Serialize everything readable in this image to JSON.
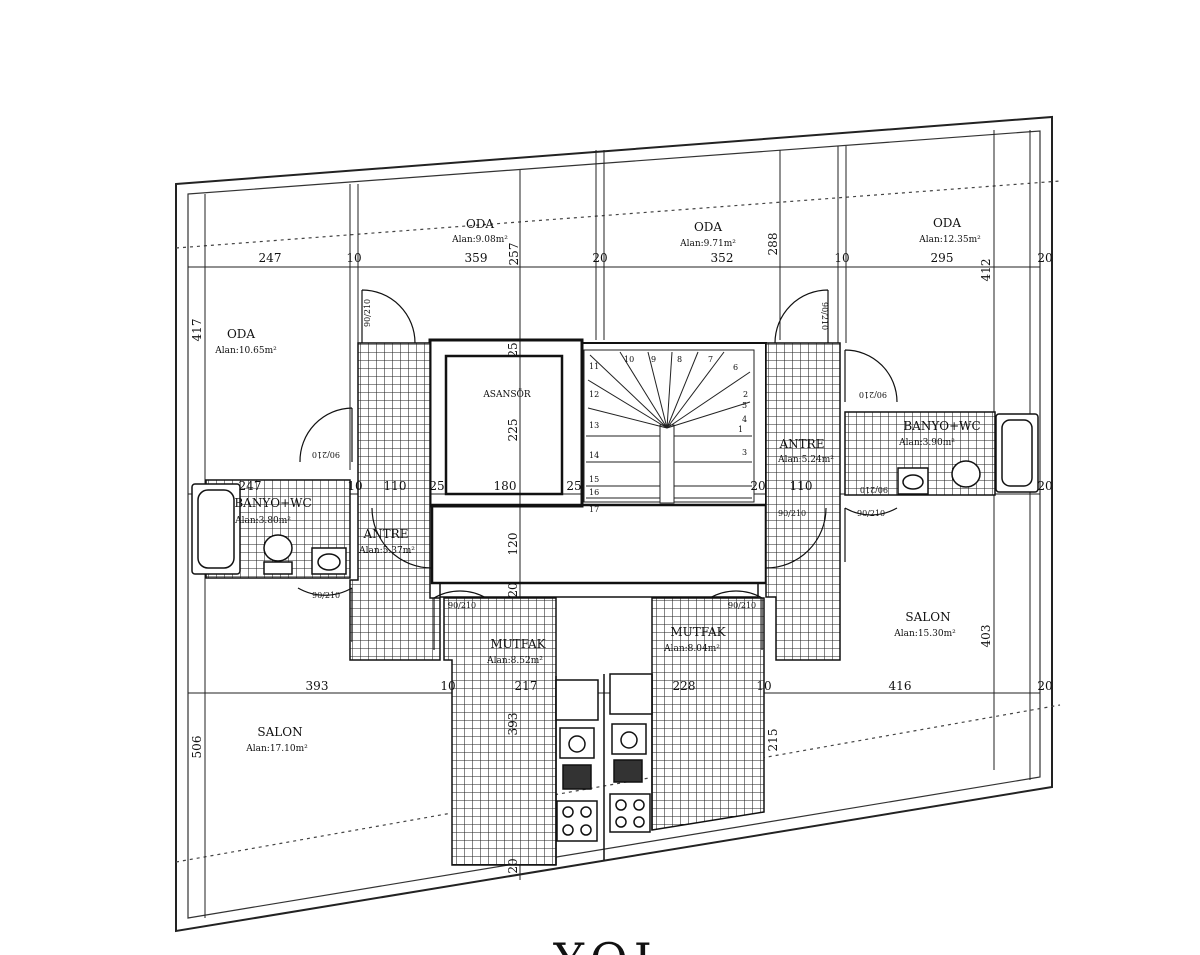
{
  "road_label": "YOL",
  "rooms": [
    {
      "id": "oda-1",
      "name": "ODA",
      "area": "Alan:9.08m²"
    },
    {
      "id": "oda-2",
      "name": "ODA",
      "area": "Alan:9.71m²"
    },
    {
      "id": "oda-3",
      "name": "ODA",
      "area": "Alan:12.35m²"
    },
    {
      "id": "oda-4",
      "name": "ODA",
      "area": "Alan:10.65m²"
    },
    {
      "id": "asansor",
      "name": "ASANSÖR",
      "area": ""
    },
    {
      "id": "banyo-left",
      "name": "BANYO+WC",
      "area": "Alan:3.80m²"
    },
    {
      "id": "antre-left",
      "name": "ANTRE",
      "area": "Alan:5.37m²"
    },
    {
      "id": "antre-right",
      "name": "ANTRE",
      "area": "Alan:5.24m²"
    },
    {
      "id": "banyo-right",
      "name": "BANYO+WC",
      "area": "Alan:3.90m²"
    },
    {
      "id": "mutfak-left",
      "name": "MUTFAK",
      "area": "Alan:8.52m²"
    },
    {
      "id": "mutfak-right",
      "name": "MUTFAK",
      "area": "Alan:8.04m²"
    },
    {
      "id": "salon-right",
      "name": "SALON",
      "area": "Alan:15.30m²"
    },
    {
      "id": "salon-left",
      "name": "SALON",
      "area": "Alan:17.10m²"
    }
  ],
  "dimensions": {
    "top_row": [
      "247",
      "10",
      "359",
      "20",
      "352",
      "10",
      "295",
      "20"
    ],
    "top_vertical": [
      "257",
      "288",
      "412"
    ],
    "left_vertical": [
      "417",
      "506"
    ],
    "middle_row": [
      "247",
      "10",
      "110",
      "25",
      "180",
      "25",
      "20",
      "110",
      "20"
    ],
    "core_vertical": [
      "25",
      "225",
      "120",
      "20"
    ],
    "bottom_row": [
      "393",
      "10",
      "217",
      "228",
      "10",
      "416",
      "20"
    ],
    "bottom_vertical": [
      "393",
      "215",
      "403",
      "20"
    ]
  },
  "doors": [
    "90/210",
    "90/210",
    "90/210",
    "90/210",
    "90/210",
    "90/210",
    "90/210",
    "90/210",
    "90/210",
    "90/210"
  ],
  "stair_steps": [
    "1",
    "2",
    "3",
    "4",
    "5",
    "6",
    "7",
    "8",
    "9",
    "10",
    "11",
    "12",
    "13",
    "14",
    "15",
    "16",
    "17"
  ]
}
